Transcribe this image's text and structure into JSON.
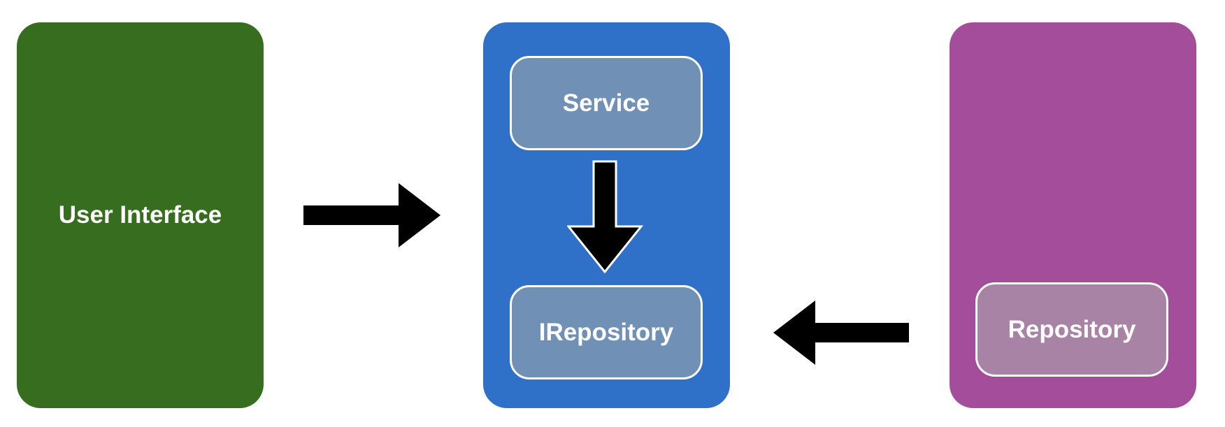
{
  "diagram": {
    "layers": [
      {
        "name": "user-interface",
        "label": "User Interface",
        "color": "#366d1f",
        "components": []
      },
      {
        "name": "core",
        "label": "",
        "color": "#2f71c8",
        "components": [
          {
            "label": "Service",
            "color": "#7091b5"
          },
          {
            "label": "IRepository",
            "color": "#7091b5"
          }
        ]
      },
      {
        "name": "infrastructure",
        "label": "",
        "color": "#a44e9b",
        "components": [
          {
            "label": "Repository",
            "color": "#a983a6"
          }
        ]
      }
    ],
    "arrows": [
      {
        "from": "User Interface",
        "to": "core layer",
        "direction": "right"
      },
      {
        "from": "Service",
        "to": "IRepository",
        "direction": "down"
      },
      {
        "from": "Repository",
        "to": "IRepository",
        "direction": "left"
      }
    ],
    "arrow_color": "#000000"
  }
}
